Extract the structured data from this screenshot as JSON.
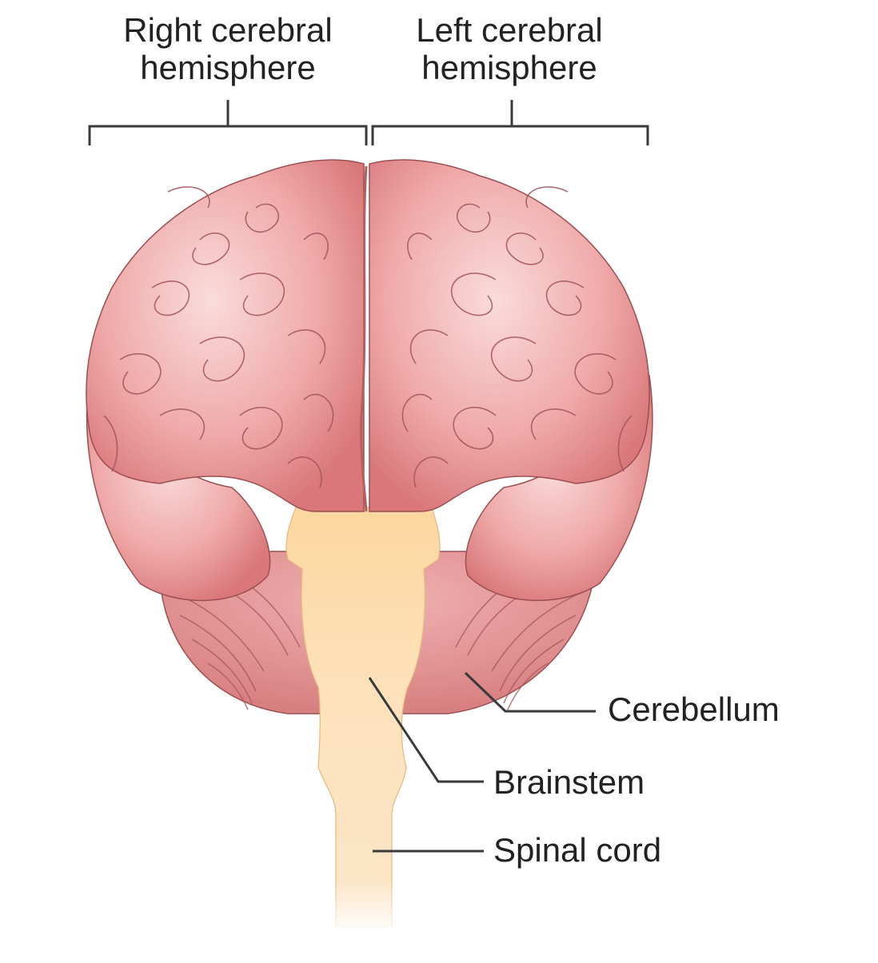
{
  "labels": {
    "right_hemisphere": "Right cerebral hemisphere",
    "left_hemisphere": "Left cerebral hemisphere",
    "cerebellum": "Cerebellum",
    "brainstem": "Brainstem",
    "spinal_cord": "Spinal cord"
  },
  "colors": {
    "cerebrum": "#efa9a8",
    "cerebrum_shadow": "#d9777a",
    "cerebellum": "#e59496",
    "brainstem": "#fbd9a6",
    "leader_line": "#3a3a3a"
  }
}
